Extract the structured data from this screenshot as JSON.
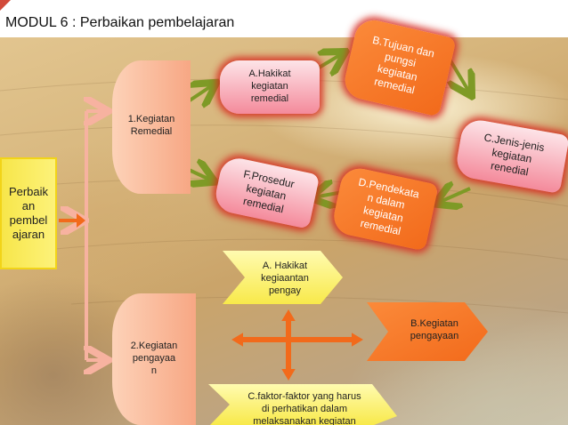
{
  "title": "MODUL 6 : Perbaikan pembelajaran",
  "nodes": {
    "perbaikan": "Perbaik\nan\npembel\najaran",
    "remedial": "1.Kegiatan\nRemedial",
    "pengayaan": "2.Kegiatan\npengayaa\nn",
    "hakikat_remedial": "A.Hakikat\nkegiatan\nremedial",
    "tujuan": "B.Tujuan dan\npungsi\nkegiatan\nremedial",
    "jenis": "C.Jenis-jenis\nkegiatan\nrenedial",
    "pendekatan": "D.Pendekata\nn dalam\nkegiatan\nremedial",
    "prosedur": "F.Prosedur\nkegiatan\nremedial",
    "hakikat_pengayaan": "A. Hakikat\nkegiaantan\npengay",
    "kegiatan_pengayaan": "B.Kegiatan\npengayaan",
    "faktor": "C.faktor-faktor yang harus\ndi perhatikan dalam\nmelaksanakan kegiatan"
  },
  "colors": {
    "orange": "#f26a1b",
    "peach": "#f7a784",
    "pink": "#f48a9b",
    "yellow": "#f8e94a",
    "green_arrow": "#7e9a26",
    "red_glow": "#d6281e"
  }
}
